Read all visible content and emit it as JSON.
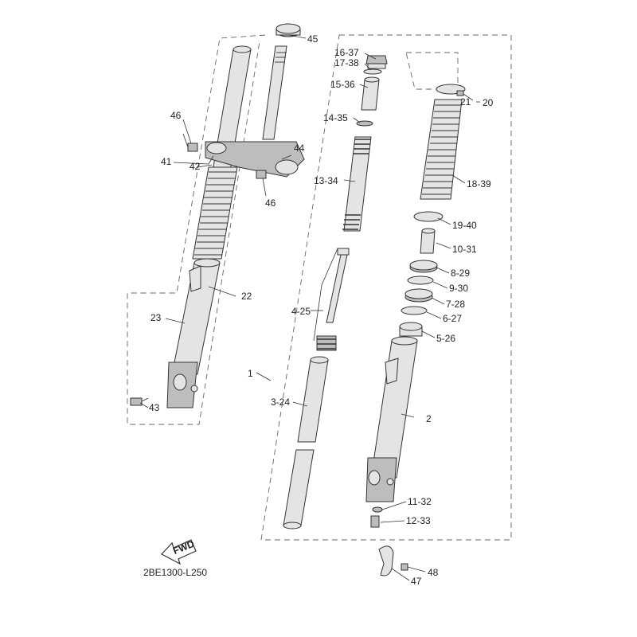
{
  "diagram_code": "2BE1300-L250",
  "fwd_label": "FWD",
  "callouts": {
    "c1": "1",
    "c2": "2",
    "c3": "3-24",
    "c4": "4-25",
    "c5": "5-26",
    "c6": "6-27",
    "c7": "7-28",
    "c8": "8-29",
    "c9": "9-30",
    "c10": "10-31",
    "c11": "11-32",
    "c12": "12-33",
    "c13": "13-34",
    "c14": "14-35",
    "c15": "15-36",
    "c16": "16-37",
    "c17": "17-38",
    "c18": "18-39",
    "c19": "19-40",
    "c20": "20",
    "c21": "21",
    "c22": "22",
    "c23": "23",
    "c41": "41",
    "c42": "42",
    "c43": "43",
    "c44": "44",
    "c45": "45",
    "c46a": "46",
    "c46b": "46",
    "c47": "47",
    "c48": "48"
  }
}
